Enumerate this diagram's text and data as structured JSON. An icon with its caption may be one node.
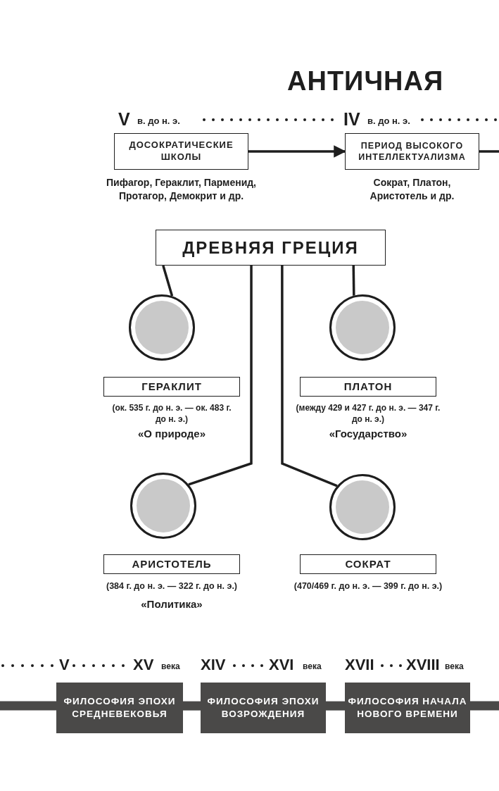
{
  "diagram": {
    "title": "АНТИЧНАЯ",
    "nodes": [
      {
        "text": [
          "ДОСОКРАТИЧЕСКИЕ ШКОЛЫ"
        ],
        "beside": [
          "Пифагор, Гераклит, Парменид, Протагор, Демокрит и др."
        ]
      },
      {
        "text": [
          "ПЕРИОД ВЫСОКОГО ИНТЕЛЛЕКТУАЛИЗМА"
        ],
        "beside": [
          "Сократ, Платон, Аристотель и др."
        ]
      },
      {
        "text": [
          "ДРЕВНЯЯ ГРЕЦИЯ"
        ]
      },
      {
        "text": [],
        "shape": "circle"
      },
      {
        "text": [],
        "shape": "circle"
      },
      {
        "text": [
          "ГЕРАКЛИТ"
        ],
        "beside": [
          "(ок. 535 г. до н. э. — ок. 483 г. до н. э.)",
          "«О природе»"
        ]
      },
      {
        "text": [
          "ПЛАТОН"
        ],
        "beside": [
          "(между 429 и 427 г. до н. э. — 347 г. до н. э.)",
          "«Государство»"
        ]
      },
      {
        "text": [],
        "shape": "circle"
      },
      {
        "text": [],
        "shape": "circle"
      },
      {
        "text": [
          "АРИСТОТЕЛЬ"
        ],
        "beside": [
          "(384 г. до н. э. — 322 г. до н. э.)",
          "«Политика»"
        ]
      },
      {
        "text": [
          "СОКРАТ"
        ],
        "beside": [
          "(470/469 г. до н. э. — 399 г. до н. э.)"
        ]
      },
      {
        "text": [
          "ФИЛОСОФИЯ ЭПОХИ СРЕДНЕВЕКОВЬЯ"
        ]
      },
      {
        "text": [
          "ФИЛОСОФИЯ ЭПОХИ ВОЗРОЖДЕНИЯ"
        ]
      },
      {
        "text": [
          "ФИЛОСОФИЯ НАЧАЛА НОВОГО ВРЕМЕНИ"
        ]
      }
    ],
    "edges": [
      {
        "from": 0,
        "to": 1,
        "arrow": "to"
      },
      {
        "from": 1,
        "to": null,
        "arrow": "none"
      },
      {
        "from": 2,
        "to": 3,
        "arrow": "none"
      },
      {
        "from": 2,
        "to": 4,
        "arrow": "none"
      },
      {
        "from": 2,
        "to": 7,
        "arrow": "none"
      },
      {
        "from": 2,
        "to": 8,
        "arrow": "none"
      },
      {
        "from": null,
        "to": 11,
        "arrow": "none",
        "style": "thick",
        "color": "#4a4948"
      },
      {
        "from": 11,
        "to": 12,
        "arrow": "none",
        "style": "thick",
        "color": "#4a4948"
      },
      {
        "from": 12,
        "to": 13,
        "arrow": "none",
        "style": "thick",
        "color": "#4a4948"
      },
      {
        "from": 13,
        "to": null,
        "arrow": "none",
        "style": "thick",
        "color": "#4a4948"
      }
    ],
    "labels": [
      "V",
      "в. до н. э.",
      "IV",
      "в. до н. э.",
      "V",
      "XV",
      "века",
      "XIV",
      "XVI",
      "века",
      "XVII",
      "XVIII",
      "века"
    ]
  }
}
